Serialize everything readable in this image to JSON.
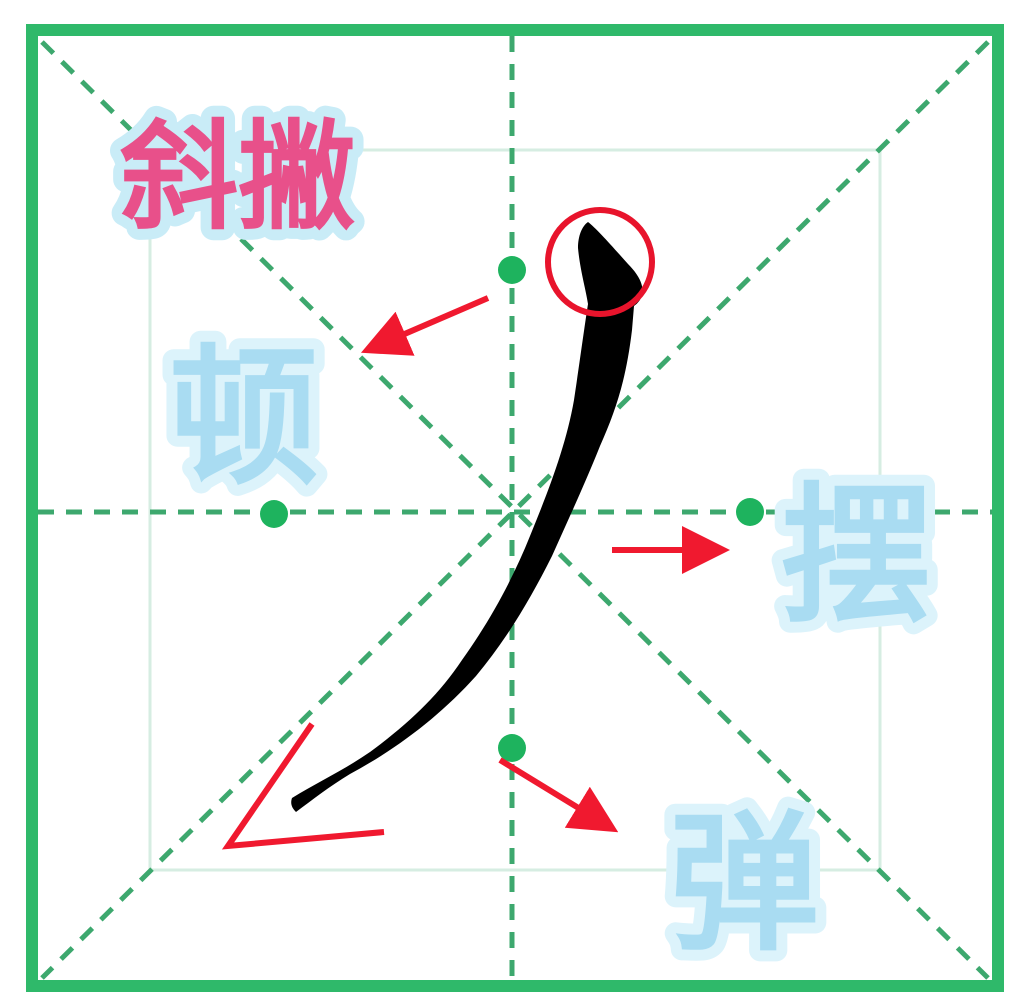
{
  "title_label": "斜撇",
  "pause_label": "顿",
  "swing_label": "摆",
  "flick_label": "弹",
  "colors": {
    "grid_border": "#2fb96a",
    "grid_dash": "#3da86e",
    "inner_box": "#cfe9dc",
    "dot": "#1eb35e",
    "stroke_ink": "#000000",
    "arrow": "#f0192f",
    "title_fill": "#e8508a",
    "title_outline": "#c9ecf7",
    "label_fill": "#a9dcf2",
    "label_outline": "#d9f2fb"
  },
  "icons": {
    "start_marker": "red-circle-icon",
    "pause_arrow": "arrow-left-down-icon",
    "swing_arrow": "arrow-right-icon",
    "flick_arrow": "arrow-right-down-icon",
    "tip_angle": "angle-marker-icon"
  }
}
